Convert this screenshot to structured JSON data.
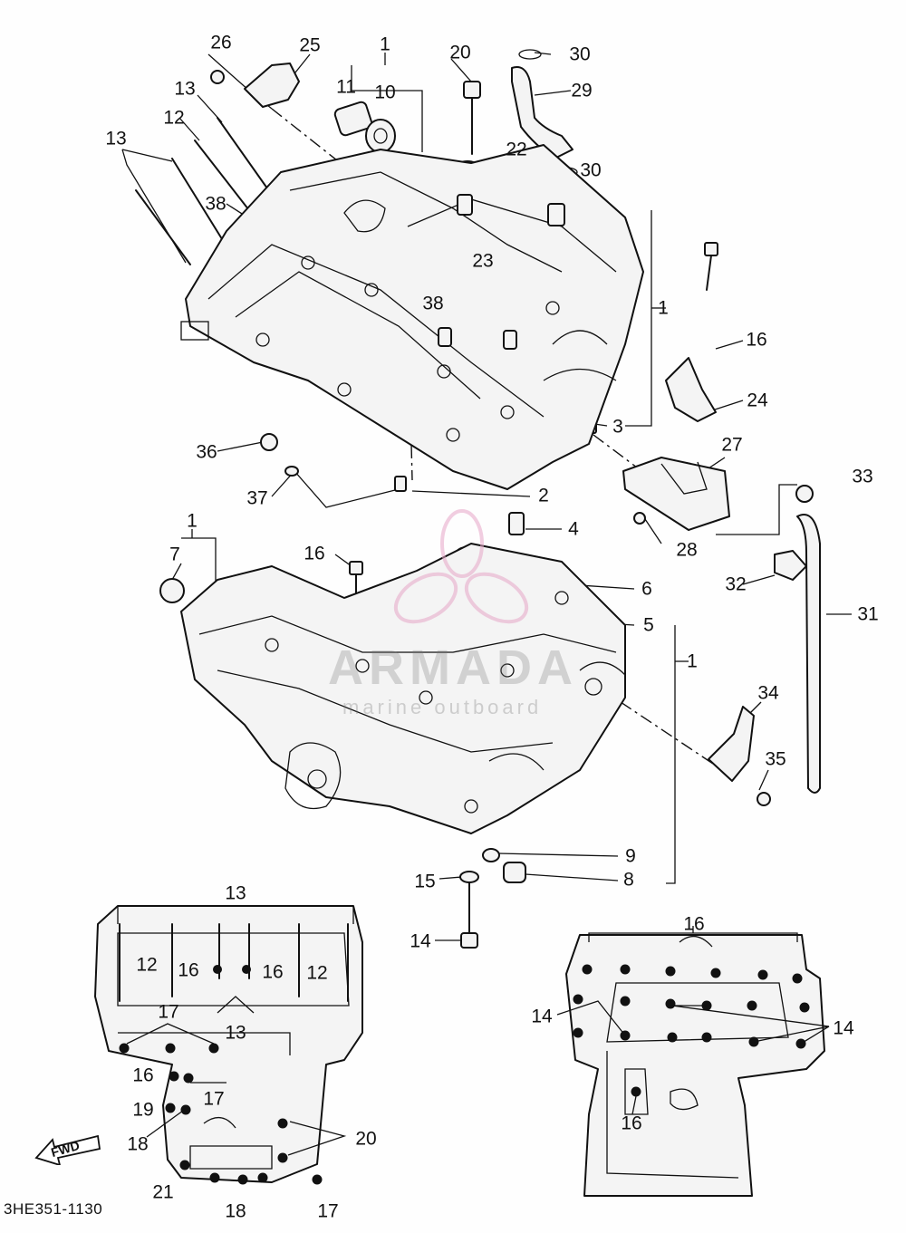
{
  "diagram_code": "3HE351-1130",
  "watermark": {
    "brand": "ARMADA",
    "tagline": "marine outboard",
    "accent": "#e7a6c8"
  },
  "fwd_label": "FWD",
  "callouts": [
    {
      "id": "c1a",
      "text": "1"
    },
    {
      "id": "c10",
      "text": "10"
    },
    {
      "id": "c11",
      "text": "11"
    },
    {
      "id": "c25",
      "text": "25"
    },
    {
      "id": "c26",
      "text": "26"
    },
    {
      "id": "c20a",
      "text": "20"
    },
    {
      "id": "c30a",
      "text": "30"
    },
    {
      "id": "c29",
      "text": "29"
    },
    {
      "id": "c30b",
      "text": "30"
    },
    {
      "id": "c22",
      "text": "22"
    },
    {
      "id": "c13a",
      "text": "13"
    },
    {
      "id": "c12a",
      "text": "12"
    },
    {
      "id": "c13b",
      "text": "13"
    },
    {
      "id": "c38a",
      "text": "38"
    },
    {
      "id": "c23",
      "text": "23"
    },
    {
      "id": "c38b",
      "text": "38"
    },
    {
      "id": "c1b",
      "text": "1"
    },
    {
      "id": "c16a",
      "text": "16"
    },
    {
      "id": "c24",
      "text": "24"
    },
    {
      "id": "c3",
      "text": "3"
    },
    {
      "id": "c36",
      "text": "36"
    },
    {
      "id": "c27",
      "text": "27"
    },
    {
      "id": "c33",
      "text": "33"
    },
    {
      "id": "c37",
      "text": "37"
    },
    {
      "id": "c2",
      "text": "2"
    },
    {
      "id": "c28",
      "text": "28"
    },
    {
      "id": "c4",
      "text": "4"
    },
    {
      "id": "c1c",
      "text": "1"
    },
    {
      "id": "c7",
      "text": "7"
    },
    {
      "id": "c16b",
      "text": "16"
    },
    {
      "id": "c6",
      "text": "6"
    },
    {
      "id": "c32",
      "text": "32"
    },
    {
      "id": "c5",
      "text": "5"
    },
    {
      "id": "c31",
      "text": "31"
    },
    {
      "id": "c1d",
      "text": "1"
    },
    {
      "id": "c34",
      "text": "34"
    },
    {
      "id": "c35",
      "text": "35"
    },
    {
      "id": "c9",
      "text": "9"
    },
    {
      "id": "c15",
      "text": "15"
    },
    {
      "id": "c8",
      "text": "8"
    },
    {
      "id": "c14a",
      "text": "14"
    },
    {
      "id": "c13c",
      "text": "13"
    },
    {
      "id": "c12b",
      "text": "12"
    },
    {
      "id": "c16c",
      "text": "16"
    },
    {
      "id": "c16d",
      "text": "16"
    },
    {
      "id": "c12c",
      "text": "12"
    },
    {
      "id": "c17a",
      "text": "17"
    },
    {
      "id": "c13d",
      "text": "13"
    },
    {
      "id": "c16e",
      "text": "16"
    },
    {
      "id": "c17b",
      "text": "17"
    },
    {
      "id": "c19",
      "text": "19"
    },
    {
      "id": "c18a",
      "text": "18"
    },
    {
      "id": "c20b",
      "text": "20"
    },
    {
      "id": "c21",
      "text": "21"
    },
    {
      "id": "c18b",
      "text": "18"
    },
    {
      "id": "c17c",
      "text": "17"
    },
    {
      "id": "c16f",
      "text": "16"
    },
    {
      "id": "c14b",
      "text": "14"
    },
    {
      "id": "c14c",
      "text": "14"
    },
    {
      "id": "c16g",
      "text": "16"
    }
  ]
}
